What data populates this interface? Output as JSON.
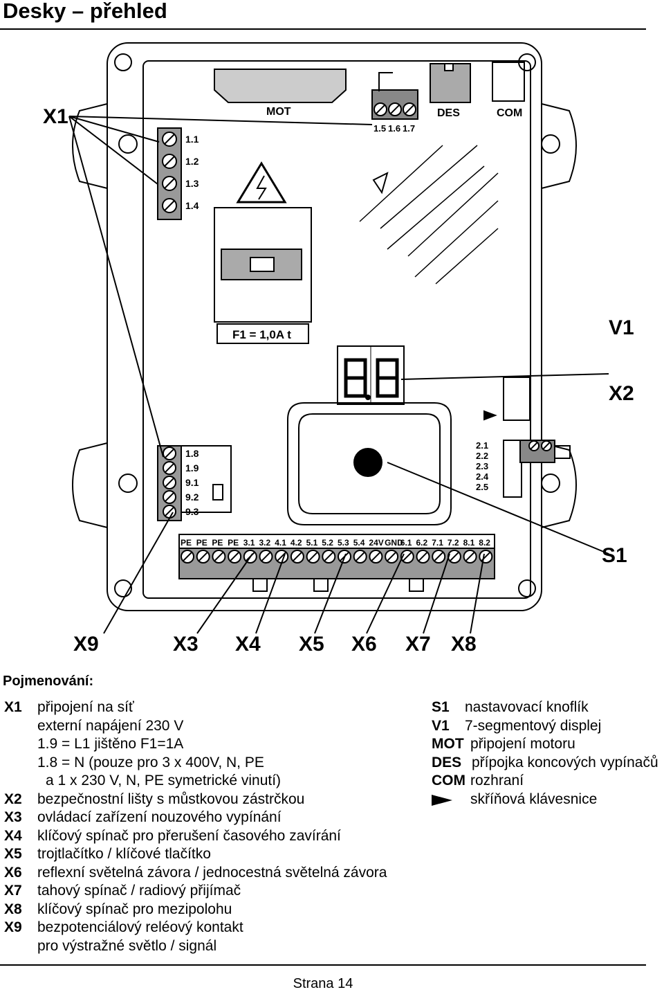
{
  "title": "Desky – přehled",
  "diagram": {
    "callouts": {
      "x1": "X1",
      "v1": "V1",
      "x2": "X2",
      "s1": "S1",
      "x9": "X9",
      "x3": "X3",
      "x4": "X4",
      "x5": "X5",
      "x6": "X6",
      "x7": "X7",
      "x8": "X8"
    },
    "board_labels": {
      "mot": "MOT",
      "des": "DES",
      "com": "COM",
      "fuse": "F1 = 1,0A t",
      "top_terminals": [
        "1.5",
        "1.6",
        "1.7"
      ],
      "x1_top": [
        "1.1",
        "1.2",
        "1.3",
        "1.4"
      ],
      "x1_bottom": [
        "1.8",
        "1.9",
        "9.1",
        "9.2",
        "9.3"
      ],
      "x2": [
        "2.1",
        "2.2",
        "2.3",
        "2.4",
        "2.5"
      ],
      "bottom_strip": [
        "PE",
        "PE",
        "PE",
        "PE",
        "3.1",
        "3.2",
        "4.1",
        "4.2",
        "5.1",
        "5.2",
        "5.3",
        "5.4",
        "24V",
        "GND",
        "6.1",
        "6.2",
        "7.1",
        "7.2",
        "8.1",
        "8.2"
      ]
    }
  },
  "legend": {
    "heading": "Pojmenování:",
    "left": [
      {
        "key": "X1",
        "text": "připojení na síť"
      },
      {
        "key": "",
        "text": "externí napájení  230 V"
      },
      {
        "key": "",
        "text": "1.9 = L1 jištěno F1=1A"
      },
      {
        "key": "",
        "text": "1.8 = N (pouze pro 3 x 400V, N, PE"
      },
      {
        "key": "",
        "text": "a 1 x 230 V, N, PE symetrické vinutí)"
      },
      {
        "key": "X2",
        "text": "bezpečnostní lišty s můstkovou zástrčkou"
      },
      {
        "key": "X3",
        "text": "ovládací zařízení nouzového vypínání"
      },
      {
        "key": "X4",
        "text": "klíčový spínač pro přerušení časového zavírání"
      },
      {
        "key": "X5",
        "text": "trojtlačítko / klíčové tlačítko"
      },
      {
        "key": "X6",
        "text": "reflexní světelná závora / jednocestná světelná závora"
      },
      {
        "key": "X7",
        "text": "tahový spínač / radiový přijímač"
      },
      {
        "key": "X8",
        "text": "klíčový spínač pro mezipolohu"
      },
      {
        "key": "X9",
        "text": "bezpotenciálový reléový kontakt"
      },
      {
        "key": "",
        "text": "pro výstražné světlo / signál"
      }
    ],
    "right": [
      {
        "key": "S1",
        "text": "nastavovací knoflík"
      },
      {
        "key": "V1",
        "text": "7-segmentový displej"
      },
      {
        "key": "MOT",
        "text": "připojení motoru"
      },
      {
        "key": "DES",
        "text": "přípojka koncových vypínačů"
      },
      {
        "key": "COM",
        "text": "rozhraní"
      },
      {
        "key": "arrow-icon",
        "text": "skříňová klávesnice"
      }
    ]
  },
  "footer": "Strana 14"
}
